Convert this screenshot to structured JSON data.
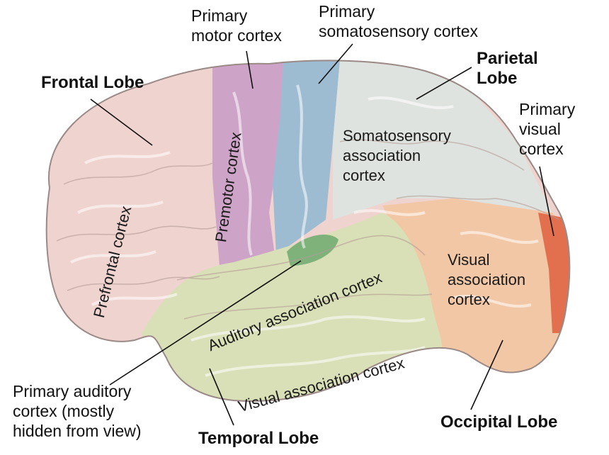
{
  "labels": {
    "frontal_lobe": "Frontal Lobe",
    "parietal_lobe_1": "Parietal",
    "parietal_lobe_2": "Lobe",
    "temporal_lobe": "Temporal Lobe",
    "occipital_lobe": "Occipital Lobe",
    "primary_motor_1": "Primary",
    "primary_motor_2": "motor cortex",
    "primary_somato_1": "Primary",
    "primary_somato_2": "somatosensory cortex",
    "primary_visual_1": "Primary",
    "primary_visual_2": "visual",
    "primary_visual_3": "cortex",
    "primary_auditory_1": "Primary auditory",
    "primary_auditory_2": "cortex (mostly",
    "primary_auditory_3": "hidden from view)",
    "prefrontal": "Prefrontal cortex",
    "premotor": "Premotor cortex",
    "somato_assoc_1": "Somatosensory",
    "somato_assoc_2": "association",
    "somato_assoc_3": "cortex",
    "auditory_assoc": "Auditory association cortex",
    "visual_assoc_temporal": "Visual association cortex",
    "visual_assoc_1": "Visual",
    "visual_assoc_2": "association",
    "visual_assoc_3": "cortex"
  },
  "colors": {
    "frontal": "#efd3cf",
    "premotor_motor": "#c79ac6",
    "somatosensory": "#9dbcd2",
    "parietal": "#dfe3df",
    "temporal": "#d9dfb6",
    "occipital": "#f2c7a6",
    "primary_visual": "#e2704f",
    "primary_auditory": "#7fb27a"
  }
}
